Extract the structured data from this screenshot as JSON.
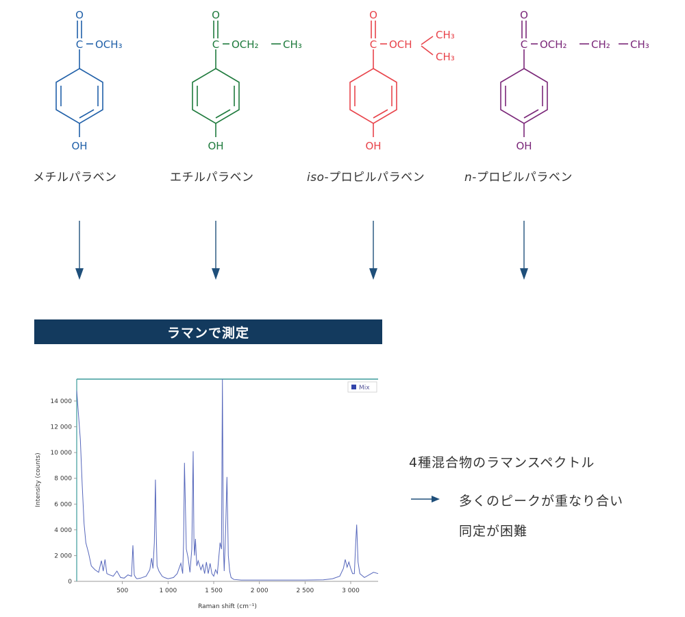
{
  "compounds": [
    {
      "name_prefix": "",
      "name_rest": "メチルパラベン",
      "color": "#1f5fa8",
      "labels": {
        "o": "O",
        "c": "C",
        "ester": "OCH₃",
        "oh": "OH"
      }
    },
    {
      "name_prefix": "",
      "name_rest": "エチルパラベン",
      "color": "#1e7a3c",
      "labels": {
        "o": "O",
        "c": "C",
        "ester": "OCH₂",
        "ch3": "CH₃",
        "oh": "OH"
      }
    },
    {
      "name_prefix": "iso",
      "name_rest": "-プロピルパラベン",
      "color": "#e8434a",
      "labels": {
        "o": "O",
        "c": "C",
        "ester": "OCH",
        "ch3a": "CH₃",
        "ch3b": "CH₃",
        "oh": "OH"
      }
    },
    {
      "name_prefix": "n",
      "name_rest": "-プロピルパラベン",
      "color": "#7a2678",
      "labels": {
        "o": "O",
        "c": "C",
        "ester": "OCH₂",
        "ch2": "CH₂",
        "ch3": "CH₃",
        "oh": "OH"
      }
    }
  ],
  "banner": {
    "label": "ラマンで測定",
    "color": "#133a5e"
  },
  "arrow_color": "#1f4f7a",
  "notes": {
    "title": "4種混合物のラマンスペクトル",
    "line1": "多くのピークが重なり合い",
    "line2": "同定が困難"
  },
  "chart_data": {
    "type": "line",
    "xlabel": "Raman shift (cm⁻¹)",
    "ylabel": "Intensity (counts)",
    "xlim": [
      0,
      3300
    ],
    "ylim": [
      0,
      15700
    ],
    "xticks": [
      500,
      1000,
      1500,
      2000,
      2500,
      3000
    ],
    "xtick_labels": [
      "500",
      "1 000",
      "1 500",
      "2 000",
      "2 500",
      "3 000"
    ],
    "yticks": [
      0,
      2000,
      4000,
      6000,
      8000,
      10000,
      12000,
      14000
    ],
    "ytick_labels": [
      "0",
      "2 000",
      "4 000",
      "6 000",
      "8 000",
      "10 000",
      "12 000",
      "14 000"
    ],
    "legend": "top-right",
    "grid": false,
    "colors": {
      "series": "#5566bb",
      "frame": "#3a9a9a"
    },
    "series": [
      {
        "name": "Mix",
        "x": [
          0,
          40,
          60,
          80,
          100,
          130,
          160,
          200,
          240,
          270,
          290,
          310,
          330,
          360,
          400,
          440,
          480,
          520,
          560,
          600,
          615,
          630,
          645,
          660,
          700,
          760,
          800,
          820,
          835,
          850,
          862,
          870,
          880,
          900,
          935,
          960,
          1000,
          1060,
          1100,
          1140,
          1160,
          1170,
          1180,
          1200,
          1220,
          1240,
          1260,
          1275,
          1283,
          1290,
          1300,
          1315,
          1330,
          1360,
          1380,
          1400,
          1420,
          1440,
          1460,
          1480,
          1500,
          1520,
          1540,
          1570,
          1585,
          1595,
          1605,
          1615,
          1630,
          1645,
          1660,
          1675,
          1690,
          1720,
          1800,
          2000,
          2200,
          2500,
          2700,
          2800,
          2880,
          2920,
          2940,
          2960,
          2980,
          3000,
          3020,
          3040,
          3055,
          3065,
          3080,
          3100,
          3150,
          3200,
          3250,
          3300
        ],
        "y": [
          14800,
          11000,
          7500,
          4500,
          3000,
          2200,
          1200,
          900,
          700,
          1600,
          800,
          1700,
          600,
          500,
          400,
          800,
          300,
          250,
          500,
          400,
          2800,
          500,
          300,
          200,
          250,
          400,
          900,
          1800,
          1000,
          3000,
          7900,
          4000,
          1200,
          800,
          400,
          300,
          200,
          300,
          600,
          1400,
          600,
          3000,
          9200,
          2500,
          1800,
          700,
          2500,
          10100,
          3200,
          2000,
          3300,
          1200,
          1600,
          900,
          1300,
          600,
          1500,
          600,
          1400,
          600,
          400,
          900,
          600,
          3000,
          2500,
          15700,
          3000,
          800,
          3800,
          8100,
          2000,
          800,
          300,
          150,
          100,
          100,
          100,
          100,
          120,
          200,
          400,
          1000,
          1700,
          1100,
          1500,
          1000,
          600,
          600,
          3000,
          4400,
          1500,
          600,
          300,
          500,
          700,
          600
        ]
      }
    ]
  }
}
